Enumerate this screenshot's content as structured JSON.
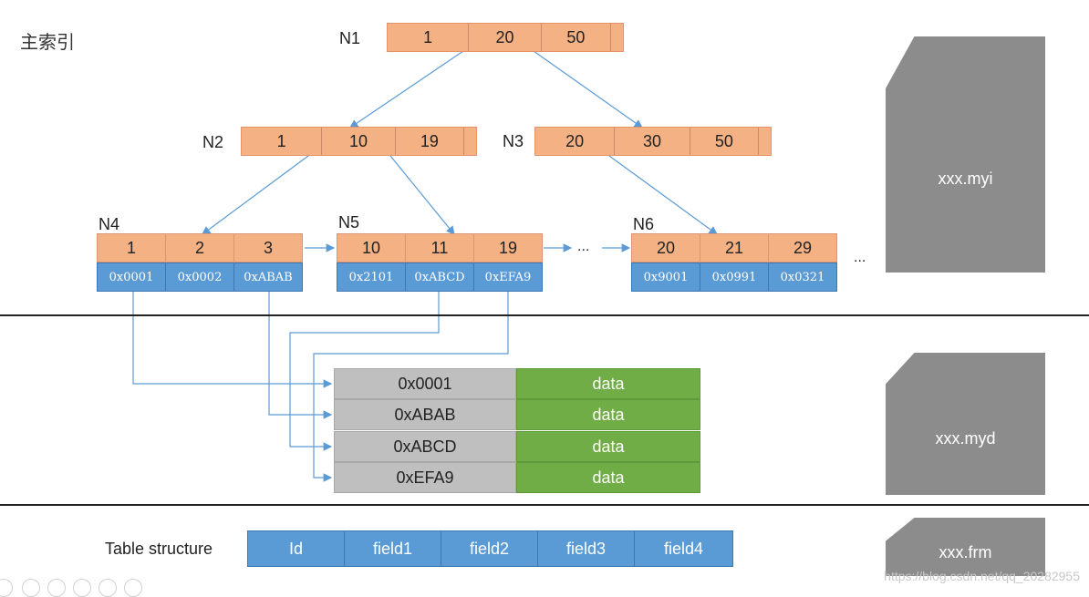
{
  "title": "主索引",
  "nodes": {
    "n1": {
      "name": "N1",
      "keys": [
        "1",
        "20",
        "50"
      ]
    },
    "n2": {
      "name": "N2",
      "keys": [
        "1",
        "10",
        "19"
      ]
    },
    "n3": {
      "name": "N3",
      "keys": [
        "20",
        "30",
        "50"
      ]
    },
    "n4": {
      "name": "N4",
      "keys": [
        "1",
        "2",
        "3"
      ],
      "ptrs": [
        "0x0001",
        "0x0002",
        "0xABAB"
      ]
    },
    "n5": {
      "name": "N5",
      "keys": [
        "10",
        "11",
        "19"
      ],
      "ptrs": [
        "0x2101",
        "0xABCD",
        "0xEFA9"
      ]
    },
    "n6": {
      "name": "N6",
      "keys": [
        "20",
        "21",
        "29"
      ],
      "ptrs": [
        "0x9001",
        "0x0991",
        "0x0321"
      ]
    }
  },
  "ellipsis_mid": "...",
  "ellipsis_end": "...",
  "data_rows": [
    {
      "addr": "0x0001",
      "value": "data"
    },
    {
      "addr": "0xABAB",
      "value": "data"
    },
    {
      "addr": "0xABCD",
      "value": "data"
    },
    {
      "addr": "0xEFA9",
      "value": "data"
    }
  ],
  "files": {
    "myi": "xxx.myi",
    "myd": "xxx.myd",
    "frm": "xxx.frm"
  },
  "table_structure": {
    "label": "Table structure",
    "fields": [
      "Id",
      "field1",
      "field2",
      "field3",
      "field4"
    ]
  },
  "watermark": "https://blog.csdn.net/qq_20282955",
  "colors": {
    "key": "#f4b183",
    "pointer": "#5b9bd5",
    "address": "#bfbfbf",
    "data": "#70ad47",
    "file": "#8c8c8c",
    "arrow": "#5b9bd5"
  }
}
